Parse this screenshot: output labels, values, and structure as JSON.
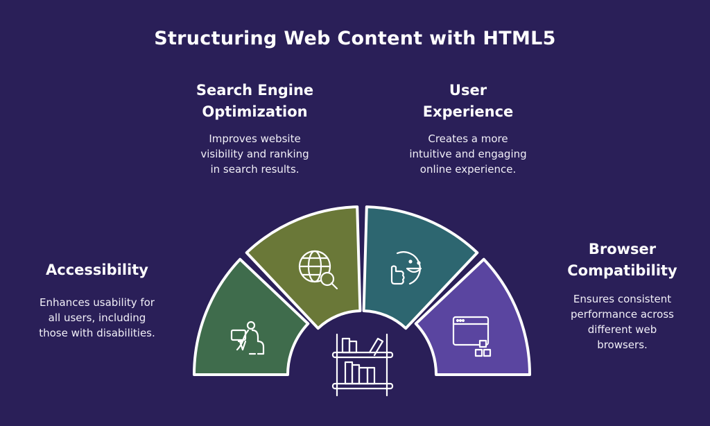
{
  "title": "Structuring Web Content with HTML5",
  "colors": {
    "background": "#2a1f58",
    "accessibility": "#3f6c4c",
    "seo": "#6a7838",
    "user_experience": "#2d6670",
    "browser_compatibility": "#5a45a0",
    "outline": "#ffffff"
  },
  "sections": {
    "seo": {
      "heading_1": "Search Engine",
      "heading_2": "Optimization",
      "line_1": "Improves website",
      "line_2": "visibility and ranking",
      "line_3": "in search results.",
      "icon": "globe-search-icon"
    },
    "ux": {
      "heading_1": "User",
      "heading_2": "Experience",
      "line_1": "Creates a more",
      "line_2": "intuitive and engaging",
      "line_3": "online experience.",
      "icon": "smiley-thumbs-up-icon"
    },
    "acc": {
      "heading_1": "Accessibility",
      "line_1": "Enhances usability for",
      "line_2": "all users, including",
      "line_3": "those with disabilities.",
      "icon": "person-laptop-icon"
    },
    "bc": {
      "heading_1": "Browser",
      "heading_2": "Compatibility",
      "line_1": "Ensures consistent",
      "line_2": "performance across",
      "line_3": "different web",
      "line_4": "browsers.",
      "icon": "browser-window-icon"
    }
  },
  "center_icon": "bookshelf-icon"
}
